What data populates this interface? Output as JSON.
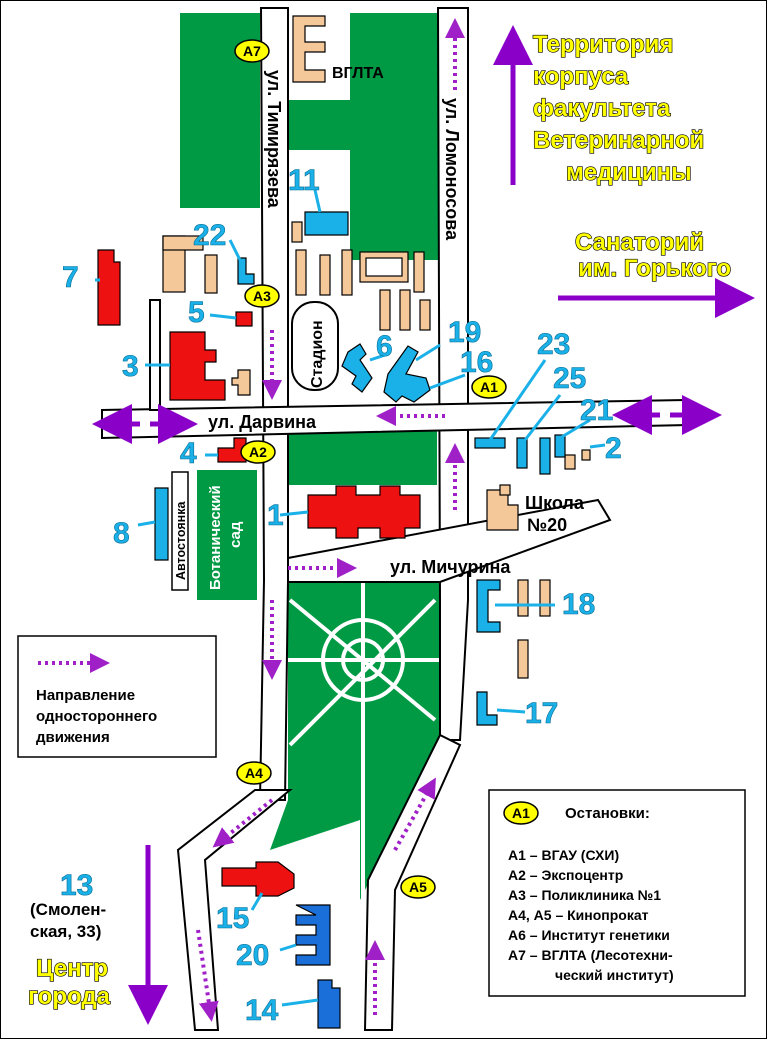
{
  "streets": {
    "timiryazeva": "ул. Тимирязева",
    "lomonosova": "ул. Ломоносова",
    "darvina": "ул. Дарвина",
    "michurina": "ул. Мичурина"
  },
  "places": {
    "vglta": "ВГЛТА",
    "stadion": "Стадион",
    "shkola_line1": "Школа",
    "shkola_line2": "№20",
    "avtostoyanka": "Автостоянка",
    "botsad_line1": "Ботанический",
    "botsad_line2": "сад"
  },
  "titles": {
    "vet_line1": "Территория",
    "vet_line2": "корпуса",
    "vet_line3": "факультета",
    "vet_line4": "Ветеринарной",
    "vet_line5": "медицины",
    "sanatoriy_line1": "Санаторий",
    "sanatoriy_line2": "им. Горького",
    "center_line1": "Центр",
    "center_line2": "города"
  },
  "building13": {
    "number": "13",
    "address_line1": "(Смолен-",
    "address_line2": "ская, 33)"
  },
  "numbers": {
    "n1": "1",
    "n2": "2",
    "n3": "3",
    "n4": "4",
    "n5": "5",
    "n6": "6",
    "n7": "7",
    "n8": "8",
    "n11": "11",
    "n14": "14",
    "n15": "15",
    "n16": "16",
    "n17": "17",
    "n18": "18",
    "n19": "19",
    "n20": "20",
    "n21": "21",
    "n22": "22",
    "n23": "23",
    "n25": "25"
  },
  "stop_badges": {
    "a1": "A1",
    "a2": "A2",
    "a3": "A3",
    "a4": "A4",
    "a5": "A5",
    "a7": "A7"
  },
  "oneway_legend": {
    "line1": "Направление",
    "line2": "одностороннего",
    "line3": "движения"
  },
  "stops_legend": {
    "badge": "A1",
    "title": "Остановки:",
    "items": [
      "А1 – ВГАУ (СХИ)",
      "А2 – Экспоцентр",
      "А3 – Поликлиника №1",
      "А4, А5 – Кинопрокат",
      "А6 – Институт генетики",
      "А7 – ВГЛТА  (Лесотехни-",
      "ческий институт)"
    ]
  },
  "colors": {
    "green": "#009a44",
    "blue": "#1ab0e8",
    "red": "#ee1111",
    "tan": "#f5c89a",
    "purple": "#8b00c8",
    "yellow": "#ffff00"
  }
}
